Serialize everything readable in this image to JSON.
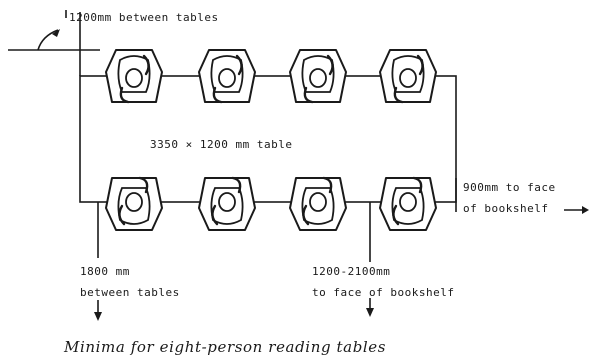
{
  "labels": {
    "top_between_tables": "1200mm between tables",
    "table_size": "3350 × 1200 mm table",
    "right_line1": "900mm to face",
    "right_line2": "of bookshelf",
    "bottom_left_line1": "1800 mm",
    "bottom_left_line2": "between tables",
    "bottom_mid_line1": "1200-2100mm",
    "bottom_mid_line2": "to face of bookshelf"
  },
  "caption": "Minima for eight-person reading tables"
}
